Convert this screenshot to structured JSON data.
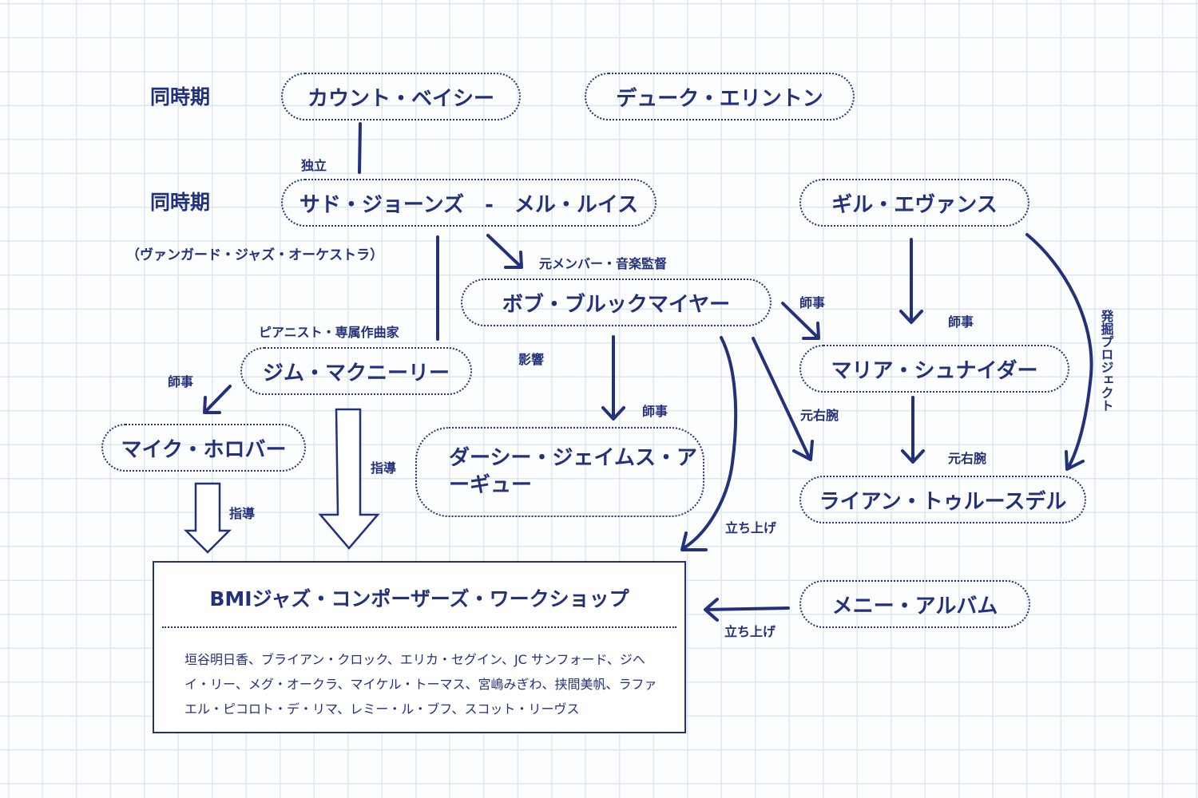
{
  "diagram": {
    "side_labels": [
      "同時期",
      "同時期"
    ],
    "orchestra_note": "（ヴァンガード・ジャズ・オーケストラ）",
    "nodes": {
      "count_basie": "カウント・ベイシー",
      "duke_ellington": "デューク・エリントン",
      "thad_mel": "サド・ジョーンズ　-　メル・ルイス",
      "gil_evans": "ギル・エヴァンス",
      "bob_brookmeyer": "ボブ・ブルックマイヤー",
      "maria_schneider": "マリア・シュナイダー",
      "jim_mcneely": "ジム・マクニーリー",
      "mike_holober": "マイク・ホロバー",
      "darcy_argue": "ダーシー・ジェイムス・アーギュー",
      "ryan_truesdell": "ライアン・トゥルースデル",
      "manny_albam": "メニー・アルバム"
    },
    "workshop": {
      "title": "BMIジャズ・コンポーザーズ・ワークショップ",
      "members": "垣谷明日香、ブライアン・クロック、エリカ・セグイン、JC サンフォード、ジヘイ・リー、メグ・オークラ、マイケル・トーマス、宮嶋みぎわ、挟間美帆、ラファエル・ピコロト・デ・リマ、レミー・ル・ブフ、スコット・リーヴス"
    },
    "edge_labels": {
      "dokuritsu": "独立",
      "moto_member": "元メンバー・音楽監督",
      "pianist": "ピアニスト・専属作曲家",
      "eikyo": "影響",
      "shiji": "師事",
      "moto_uwan": "元右腕",
      "tachiage": "立ち上げ",
      "shido": "指導",
      "hakkutsu": "発掘プロジェクト"
    }
  }
}
